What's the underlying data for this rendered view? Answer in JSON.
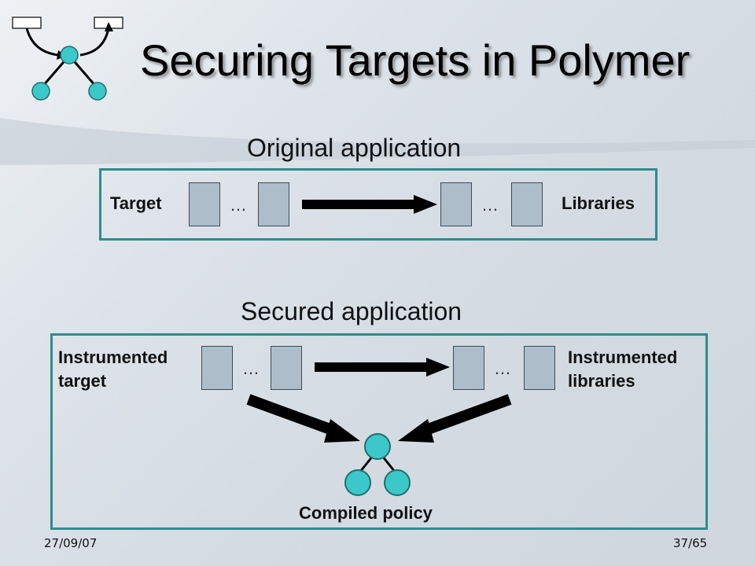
{
  "slide": {
    "title": "Securing Targets in Polymer",
    "date": "27/09/07",
    "page": "37/65"
  },
  "original": {
    "heading": "Original application",
    "left_label": "Target",
    "right_label": "Libraries",
    "ellipsis_left": "…",
    "ellipsis_right": "…"
  },
  "secured": {
    "heading": "Secured application",
    "left_label_line1": "Instrumented",
    "left_label_line2": "target",
    "right_label_line1": "Instrumented",
    "right_label_line2": "libraries",
    "ellipsis_left": "…",
    "ellipsis_right": "…",
    "policy_label": "Compiled policy"
  },
  "colors": {
    "frame": "#2f8c8c",
    "node_fill": "#3cc8c8",
    "library_fill": "#aebdca"
  }
}
